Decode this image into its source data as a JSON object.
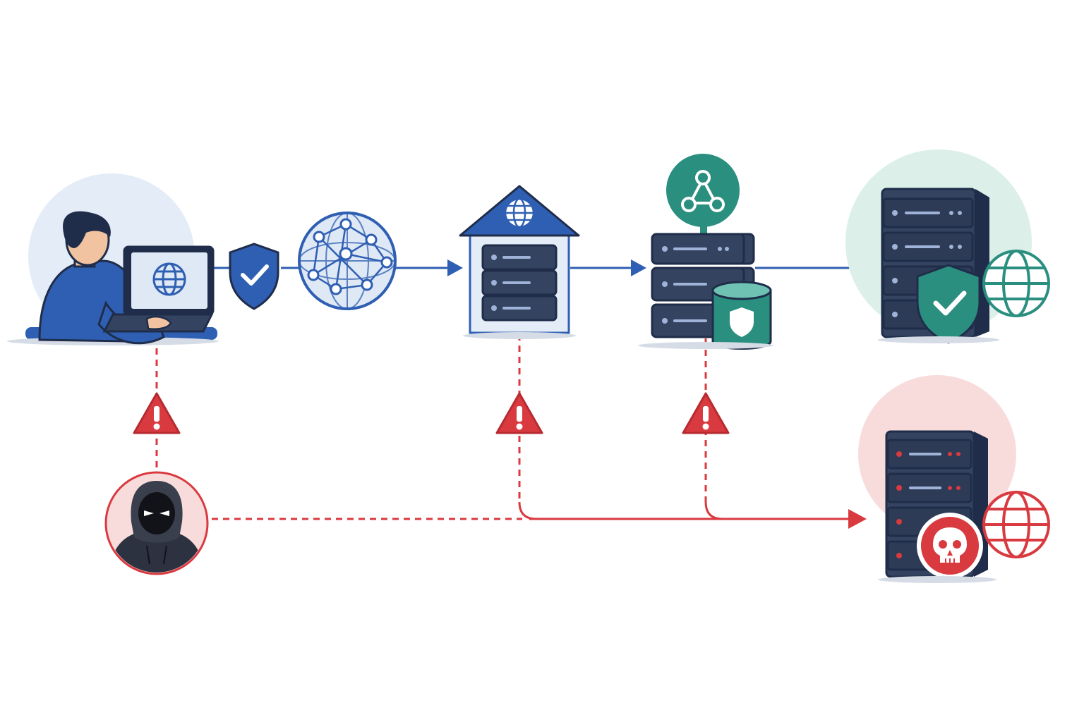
{
  "colors": {
    "blue": "#2f5fb3",
    "navy": "#1f2d4a",
    "server": "#34435f",
    "teal": "#2a8f7f",
    "red": "#d93a3f",
    "light_blue": "#e3ecf7",
    "light_teal": "#dcefe9",
    "light_red": "#f8dcdc"
  },
  "nodes": [
    {
      "id": "user",
      "icon": "user-laptop-icon"
    },
    {
      "id": "shield",
      "icon": "shield-check-icon"
    },
    {
      "id": "internet",
      "icon": "network-globe-icon"
    },
    {
      "id": "gateway",
      "icon": "gateway-server-icon"
    },
    {
      "id": "load-balancer",
      "icon": "server-stack-database-icon"
    },
    {
      "id": "secure-server",
      "icon": "secure-server-icon"
    },
    {
      "id": "attacker",
      "icon": "hacker-icon"
    },
    {
      "id": "malicious-server",
      "icon": "malicious-server-icon"
    }
  ],
  "warnings": [
    "warning-icon",
    "warning-icon",
    "warning-icon"
  ]
}
